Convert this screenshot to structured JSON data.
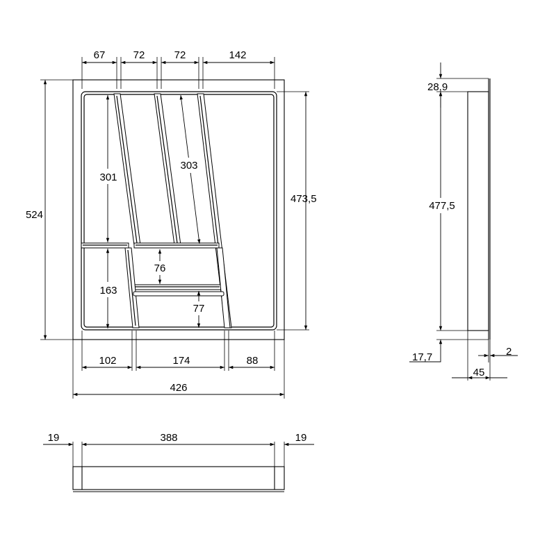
{
  "drawing": {
    "top_view": {
      "top_widths": [
        "67",
        "72",
        "72",
        "142"
      ],
      "overall_height": "524",
      "inner_height": "473,5",
      "compartment_301": "301",
      "compartment_303": "303",
      "compartment_163": "163",
      "compartment_76": "76",
      "compartment_77": "77",
      "bottom_widths": [
        "102",
        "174",
        "88"
      ],
      "overall_width": "426"
    },
    "side_view": {
      "top_offset": "28,9",
      "inner_height": "477,5",
      "bottom_offset": "17,7",
      "wall": "2",
      "depth": "45"
    },
    "front_view": {
      "left_margin": "19",
      "inner_width": "388",
      "right_margin": "19"
    }
  }
}
